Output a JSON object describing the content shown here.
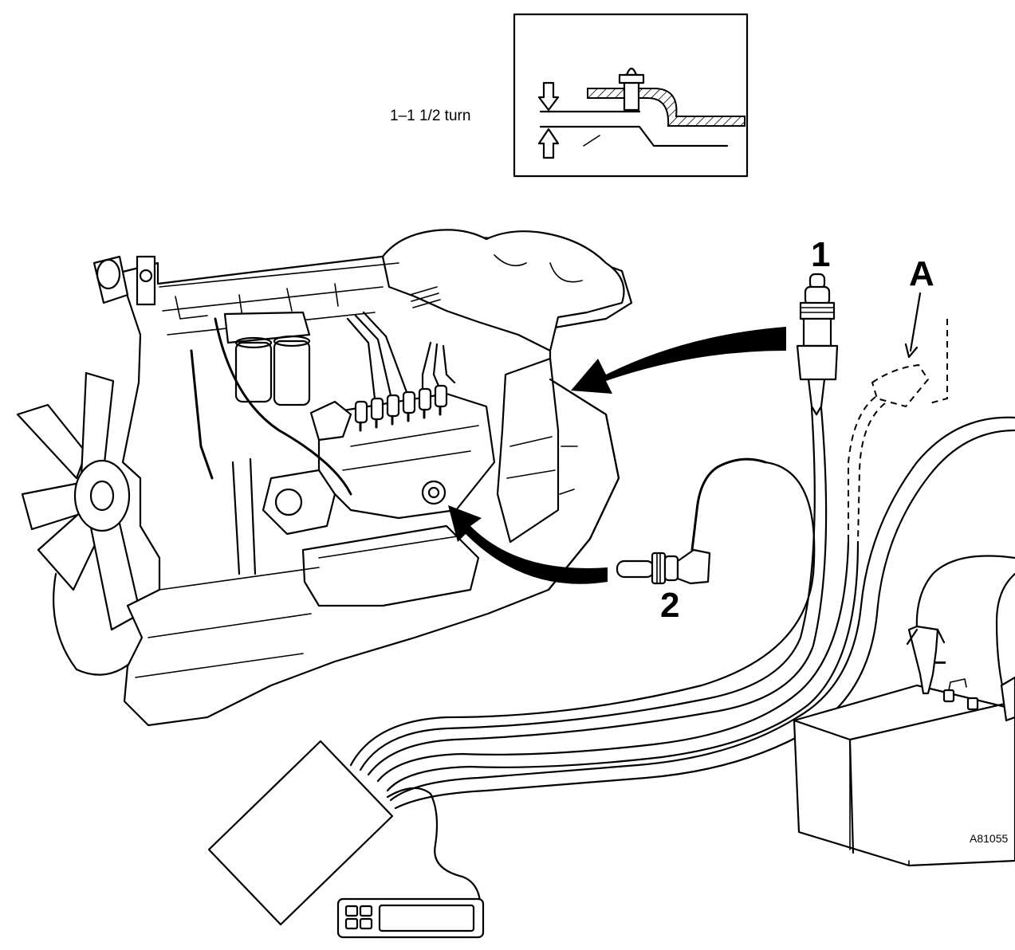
{
  "inset": {
    "label": "1–1 1/2 turn"
  },
  "callouts": {
    "sensor_1": "1",
    "sensor_2": "2",
    "connector_a": "A"
  },
  "figure_code": "A81055",
  "battery": {
    "negative_sign": "−"
  }
}
